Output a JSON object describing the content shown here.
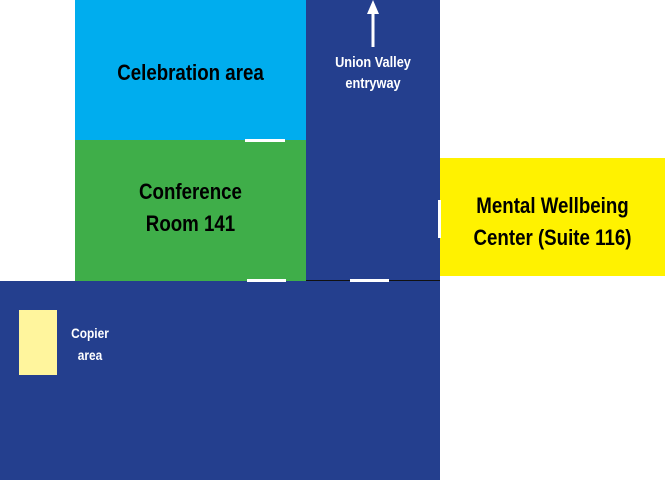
{
  "rooms": {
    "celebration": "Celebration area",
    "conference": [
      "Conference",
      "Room 141"
    ],
    "entryway": [
      "Union Valley",
      "entryway"
    ],
    "wellbeing": [
      "Mental Wellbeing",
      "Center (Suite 116)"
    ],
    "copier": [
      "Copier",
      "area"
    ]
  },
  "colors": {
    "hall": "#243f8e",
    "celebration": "#00adee",
    "conference": "#3fae49",
    "wellbeing": "#fff200",
    "copier": "#fff59d"
  }
}
